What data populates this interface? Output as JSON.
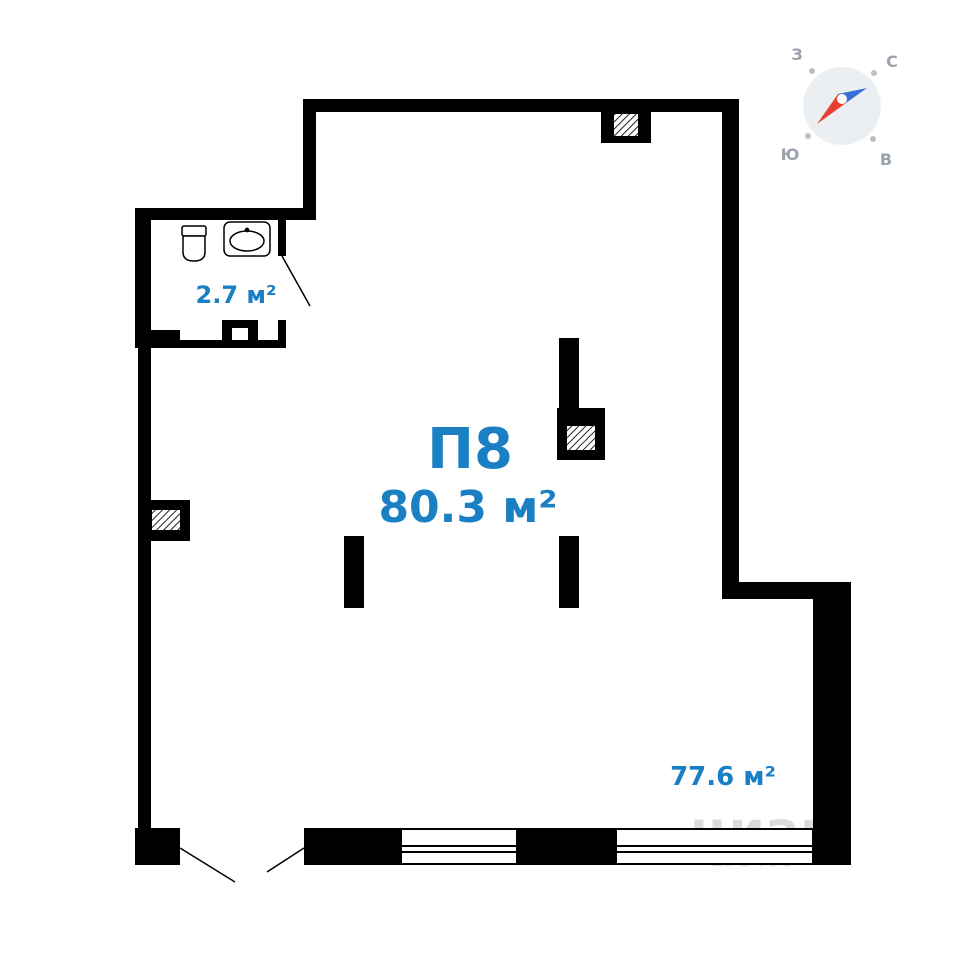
{
  "unit_name": "П8",
  "total_area": "80.3 м²",
  "bathroom_area": "2.7 м²",
  "main_room_area": "77.6 м²",
  "compass": {
    "north": "С",
    "south": "Ю",
    "east": "В",
    "west": "З"
  },
  "watermark": {
    "brand": "циан",
    "code": "278468"
  },
  "colors": {
    "label": "#1b7fc4",
    "wall": "#000000",
    "compass_red": "#e8402f",
    "compass_blue": "#3a6fd8"
  }
}
